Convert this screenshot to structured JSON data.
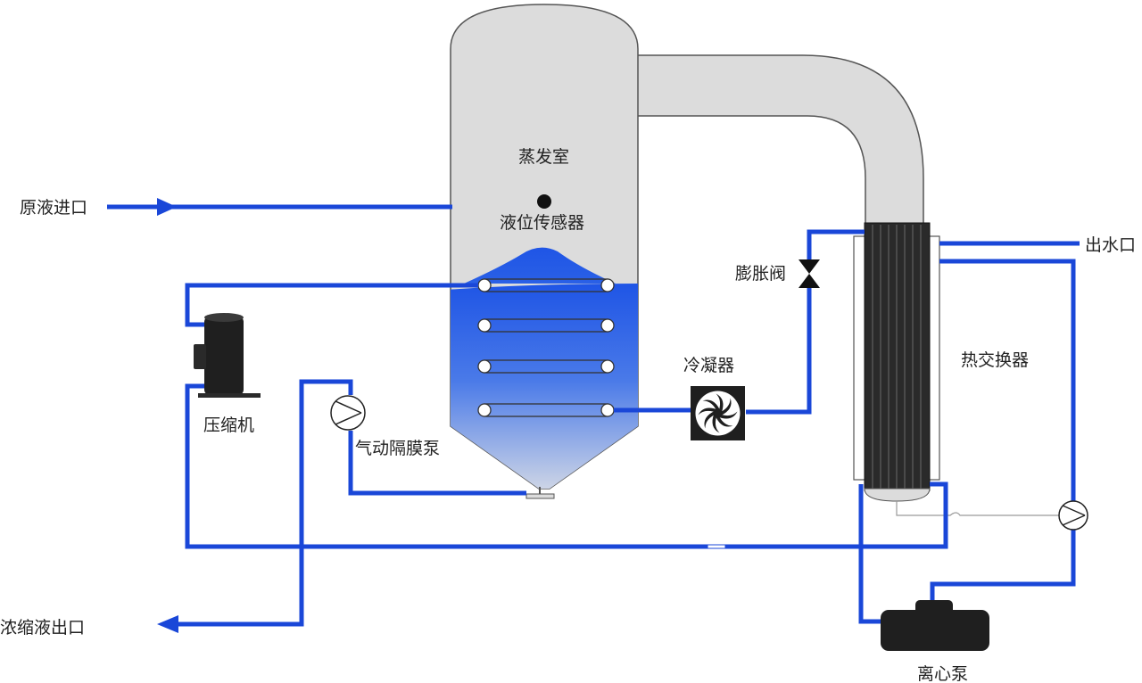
{
  "labels": {
    "raw_inlet": "原液进口",
    "concentrate_outlet": "浓缩液出口",
    "evaporator": "蒸发室",
    "level_sensor": "液位传感器",
    "compressor": "压缩机",
    "diaphragm_pump": "气动隔膜泵",
    "condenser": "冷凝器",
    "expansion_valve": "膨胀阀",
    "heat_exchanger": "热交换器",
    "water_outlet": "出水口",
    "centrifugal_pump": "离心泵"
  },
  "colors": {
    "pipe": "#1a47d8",
    "vessel_fill": "#dcdcdc",
    "vessel_stroke": "#555555",
    "liquid": "#2a5fe0",
    "device_dark": "#1f1f1f"
  },
  "icons": {
    "inlet_arrow": "arrow-right-icon",
    "outlet_arrow": "arrow-left-icon",
    "fan": "fan-icon",
    "valve": "bowtie-valve-icon",
    "pump": "pump-symbol-icon"
  }
}
